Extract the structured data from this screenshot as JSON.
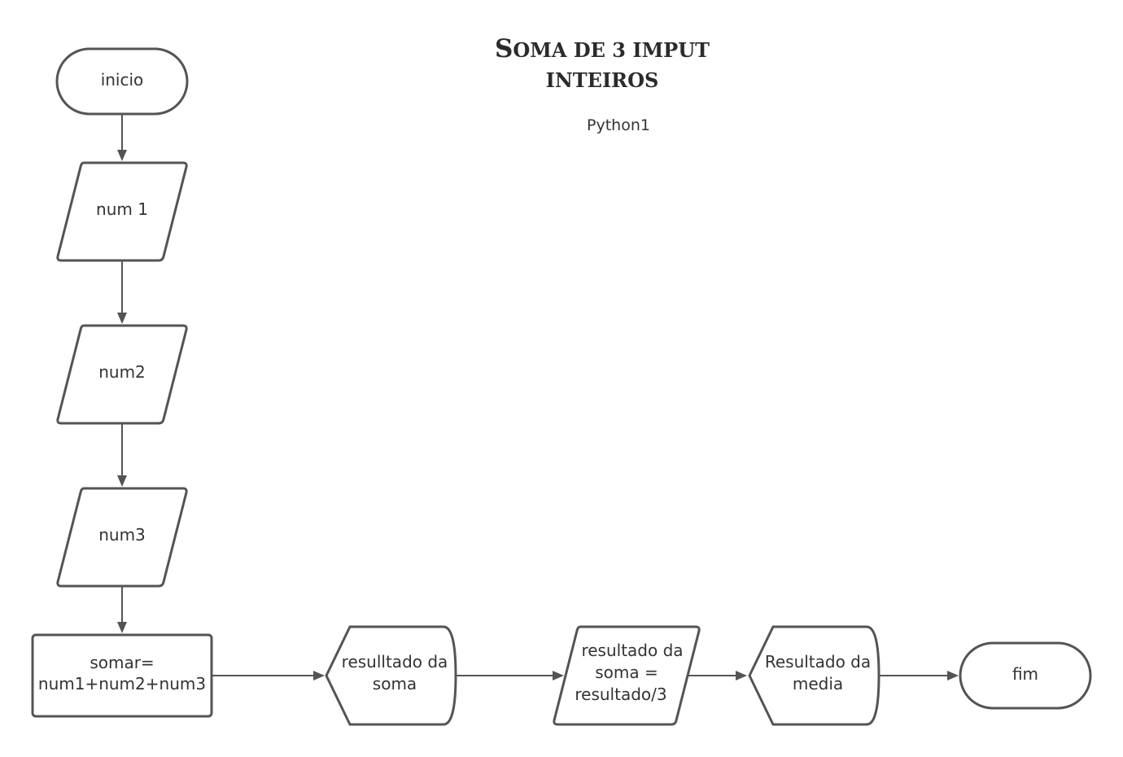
{
  "diagram": {
    "title_line1_cap": "S",
    "title_line1_rest": "OMA DE 3 IMPUT",
    "title_line2": "INTEIROS",
    "subtitle": "Python1",
    "nodes": {
      "inicio": {
        "shape": "terminator",
        "label": [
          "inicio"
        ]
      },
      "num1": {
        "shape": "input-parallelogram",
        "label": [
          "num 1"
        ]
      },
      "num2": {
        "shape": "input-parallelogram",
        "label": [
          "num2"
        ]
      },
      "num3": {
        "shape": "input-parallelogram",
        "label": [
          "num3"
        ]
      },
      "somar": {
        "shape": "process-rectangle",
        "label": [
          "somar=",
          "num1+num2+num3"
        ]
      },
      "resultado_soma": {
        "shape": "display",
        "label": [
          "resulltado da",
          "soma"
        ]
      },
      "calculo_media": {
        "shape": "input-parallelogram",
        "label": [
          "resultado da",
          "soma =",
          "resultado/3"
        ]
      },
      "resultado_media": {
        "shape": "display",
        "label": [
          "Resultado da",
          "media"
        ]
      },
      "fim": {
        "shape": "terminator",
        "label": [
          "fim"
        ]
      }
    },
    "edges": [
      {
        "from": "inicio",
        "to": "num1"
      },
      {
        "from": "num1",
        "to": "num2"
      },
      {
        "from": "num2",
        "to": "num3"
      },
      {
        "from": "num3",
        "to": "somar"
      },
      {
        "from": "somar",
        "to": "resultado_soma"
      },
      {
        "from": "resultado_soma",
        "to": "calculo_media"
      },
      {
        "from": "calculo_media",
        "to": "resultado_media"
      },
      {
        "from": "resultado_media",
        "to": "fim"
      }
    ],
    "colors": {
      "stroke": "#545454",
      "text": "#333333",
      "background": "#ffffff"
    }
  }
}
